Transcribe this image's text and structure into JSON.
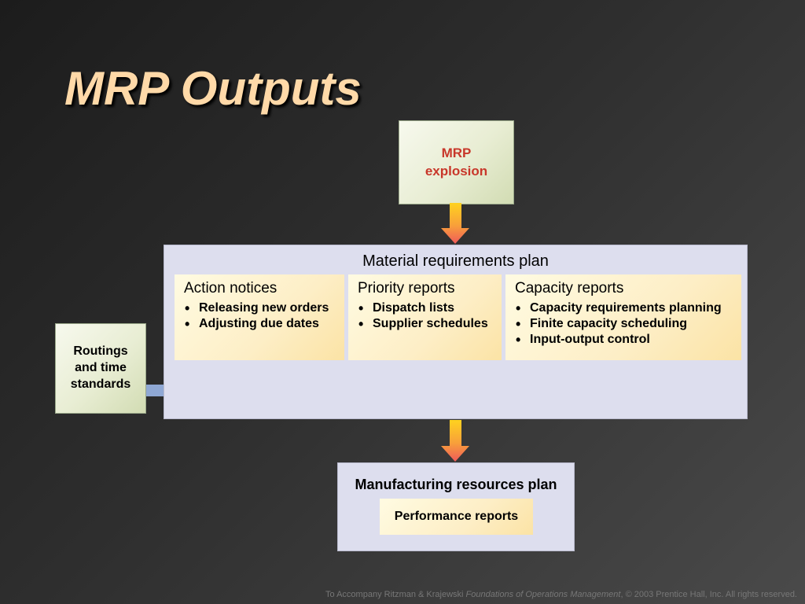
{
  "title": "MRP Outputs",
  "mrp_explosion": {
    "line1": "MRP",
    "line2": "explosion"
  },
  "routings": {
    "line1": "Routings",
    "line2": "and time",
    "line3": "standards"
  },
  "material_plan": {
    "title": "Material requirements plan",
    "reports": [
      {
        "heading": "Action notices",
        "items": [
          "Releasing new orders",
          "Adjusting due dates"
        ]
      },
      {
        "heading": "Priority reports",
        "items": [
          "Dispatch lists",
          "Supplier schedules"
        ]
      },
      {
        "heading": "Capacity reports",
        "items": [
          "Capacity requirements planning",
          "Finite capacity scheduling",
          "Input-output control"
        ]
      }
    ]
  },
  "manufacturing_plan": {
    "title": "Manufacturing resources plan",
    "performance": "Performance reports"
  },
  "footer": {
    "prefix": "To Accompany Ritzman & Krajewski ",
    "book": "Foundations of Operations Management",
    "suffix": ", © 2003 Prentice Hall, Inc. All rights reserved."
  },
  "colors": {
    "title": "#ffd9a8",
    "mrp_text": "#c8372a",
    "panel": "#dddeee",
    "report_fill": "#fdeec6",
    "flow_arrow": "#f7b233",
    "routing_arrow": "#7d9ccc"
  }
}
